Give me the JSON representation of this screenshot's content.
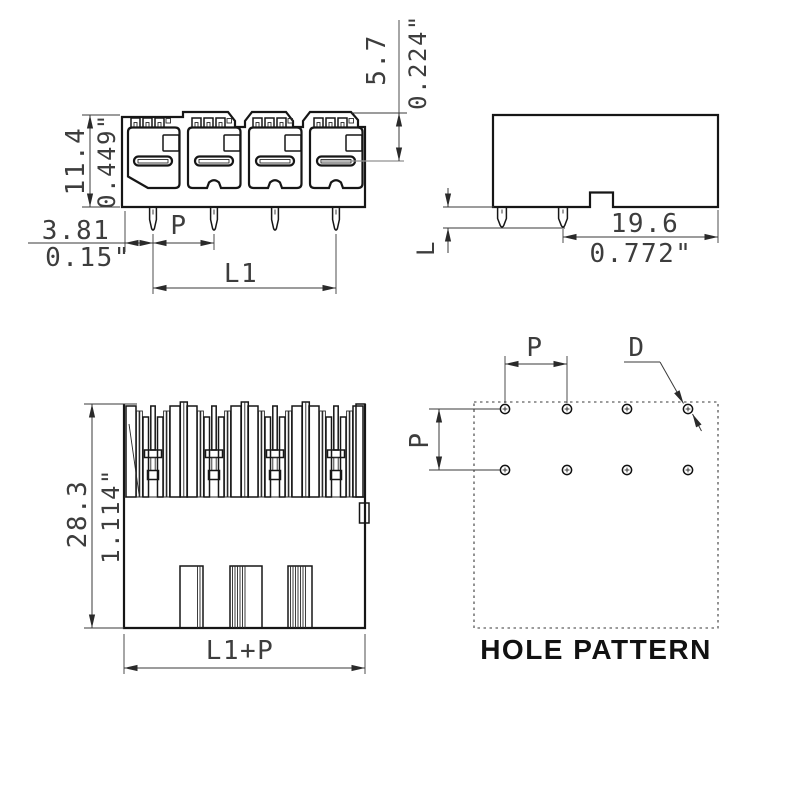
{
  "drawing": {
    "type": "connector-dimension-drawing",
    "colors": {
      "object_line": "#161616",
      "dimension_line": "#3a3a3a",
      "leader_line": "#909090"
    },
    "front_view": {
      "height_mm": "11.4",
      "height_in": "0.449\"",
      "pin_offset_mm": "3.81",
      "pin_offset_in": "0.15\"",
      "pitch_label": "P",
      "span_label": "L1",
      "mate_depth_mm": "5.7",
      "mate_depth_in": "0.224\""
    },
    "side_view": {
      "depth_mm": "19.6",
      "depth_in": "0.772\"",
      "pin_length_label": "L"
    },
    "mated_view": {
      "height_mm": "28.3",
      "height_in": "1.114\"",
      "width_label": "L1+P"
    },
    "hole_pattern": {
      "title": "HOLE PATTERN",
      "pitch_horizontal_label": "P",
      "pitch_vertical_label": "P",
      "diameter_label": "D"
    }
  }
}
